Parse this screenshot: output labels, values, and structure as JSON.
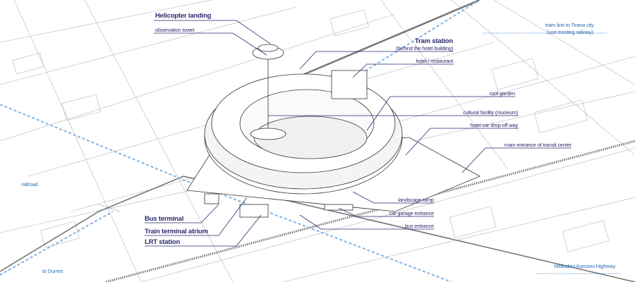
{
  "labels": {
    "helicopter_landing": "Helicopter landing",
    "observation_tower": "observation tower",
    "tram_station": "Tram station",
    "tram_station_note": "(behind the hotel building)",
    "hotel_restaurant": "hotel / restaurant",
    "roof_garden": "roof garden",
    "cultural_facility": "cultural facility (museum)",
    "hotel_dropoff": "hotel car drop-off way",
    "main_entrance": "main entrance of transit center",
    "landscape_ramp": "landscape ramp",
    "car_garage_entrance": "car garage entrance",
    "bus_entrance": "bus entrance",
    "bus_terminal": "Bus terminal",
    "train_terminal_atrium": "Train terminal atrium",
    "lrt_station": "LRT station"
  },
  "map_labels": {
    "railroad": "railroad",
    "to_durres": "to Durres",
    "highway": "Mbikalimi Kamzes Highway",
    "tram_line": "tram line to Tirana city",
    "tram_line_note": "(use existing railway)"
  },
  "colors": {
    "label": "#2b2a6e",
    "route": "#2f6fb8",
    "route_dash": "#7fb3e6",
    "linework": "#9a9a9a"
  }
}
